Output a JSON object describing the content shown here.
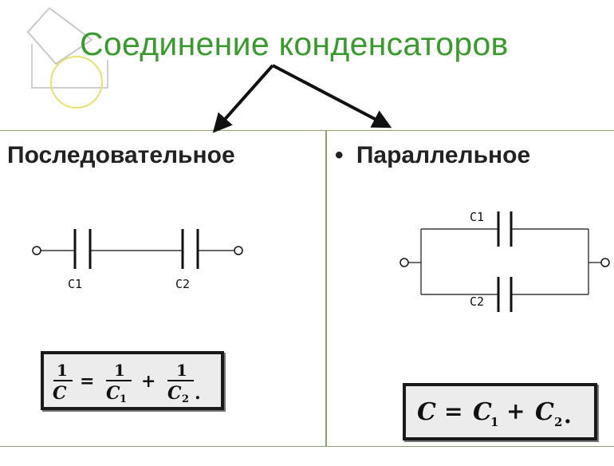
{
  "title": "Соединение конденсаторов",
  "series_panel": {
    "heading": "Последовательное",
    "cap1_label": "C1",
    "cap2_label": "C2",
    "formula": {
      "one": "1",
      "lhs_den": "C",
      "eq": "=",
      "t1_den": "C",
      "t1_sub": "1",
      "plus": "+",
      "t2_den": "C",
      "t2_sub": "2",
      "end": "."
    }
  },
  "parallel_panel": {
    "bullet": "•",
    "heading": "Параллельное",
    "cap1_label": "C1",
    "cap2_label": "C2",
    "formula": {
      "lhs": "C",
      "eq": "=",
      "t1": "C",
      "t1_sub": "1",
      "plus": "+",
      "t2": "C",
      "t2_sub": "2",
      "end": "."
    }
  },
  "colors": {
    "title": "#3a9a2f",
    "logo_stroke": "#c8c8c8",
    "logo_circle": "#e8e070",
    "panel_border": "#8aa070",
    "formula_bg": "#ececec"
  },
  "icons": [
    "triangle-logo-icon",
    "circle-logo-icon",
    "arrow-left-icon",
    "arrow-right-icon"
  ]
}
